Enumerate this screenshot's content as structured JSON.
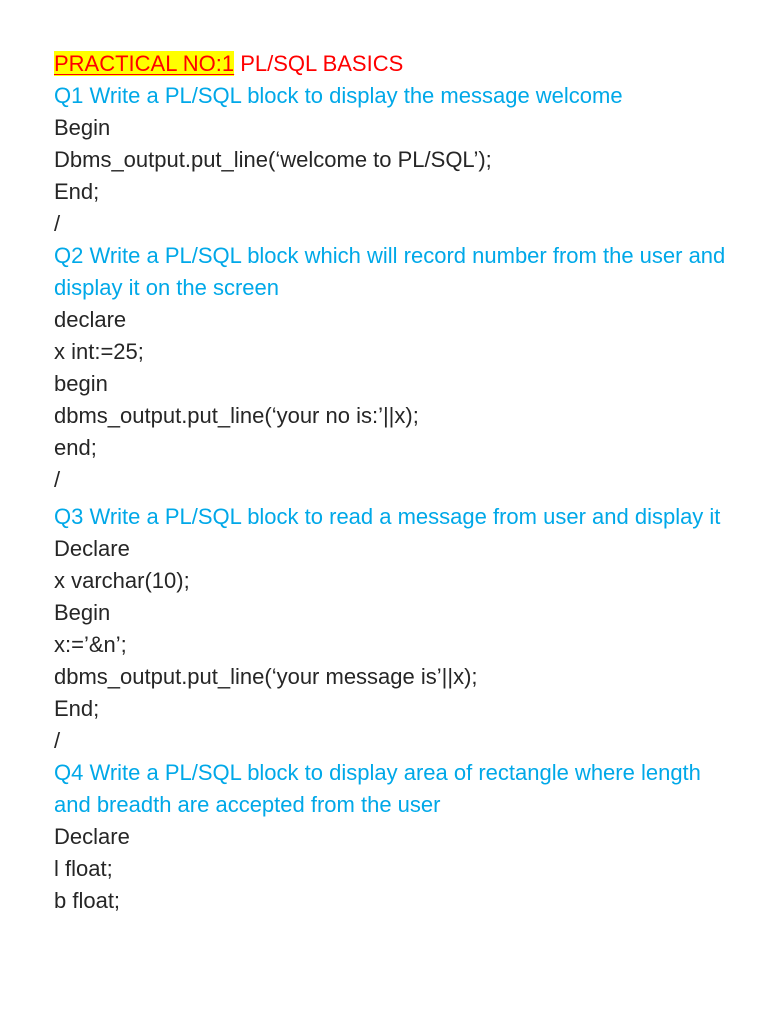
{
  "document": {
    "title": {
      "highlighted": "PRACTICAL NO:1",
      "rest": " PL/SQL BASICS"
    },
    "sections": [
      {
        "question": "Q1 Write a PL/SQL block to display the message welcome",
        "code": [
          "Begin",
          "Dbms_output.put_line(‘welcome to PL/SQL’);",
          "End;",
          "/"
        ]
      },
      {
        "question": "Q2 Write a PL/SQL block which will record number from the user and display it on the screen",
        "code": [
          "declare",
          "x int:=25;",
          "begin",
          "dbms_output.put_line(‘your no is:’||x);",
          "end;",
          "/"
        ]
      },
      {
        "question": "Q3 Write a PL/SQL block to read a message from user and display it",
        "code": [
          "Declare",
          "x varchar(10);",
          "Begin",
          "x:=’&n’;",
          "dbms_output.put_line(‘your message is’||x);",
          "End;",
          "/"
        ]
      },
      {
        "question": "Q4 Write a PL/SQL block to display area of rectangle where length and breadth are accepted from the user",
        "code": [
          "Declare",
          "l float;",
          "b float;"
        ]
      }
    ]
  }
}
